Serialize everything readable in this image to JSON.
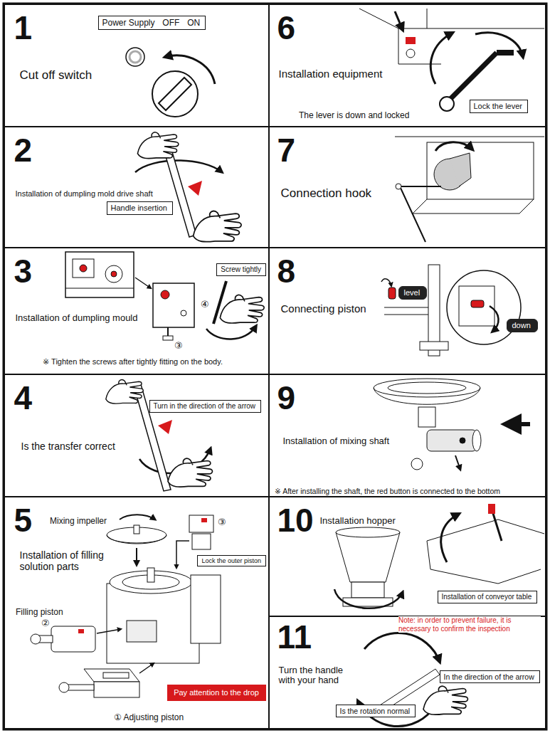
{
  "diagram": {
    "nodes": [
      {
        "text": [
          "1",
          "Cut off switch"
        ]
      },
      {
        "text": [
          "Power Supply",
          "OFF",
          "ON"
        ],
        "in": 0
      },
      {
        "text": [
          "2",
          "Installation of dumpling mold drive shaft"
        ]
      },
      {
        "text": [
          "Handle insertion"
        ],
        "in": 2
      },
      {
        "text": [
          "3",
          "Installation of dumpling mould"
        ]
      },
      {
        "text": [
          "Screw tightly"
        ],
        "in": 4
      },
      {
        "text": [
          "4",
          "Is the transfer correct"
        ]
      },
      {
        "text": [
          "Turn in the direction of the arrow"
        ],
        "in": 6
      },
      {
        "text": [
          "5",
          "Installation of filling solution parts"
        ]
      },
      {
        "text": [
          "Lock the outer piston"
        ],
        "in": 8
      },
      {
        "text": [
          "Pay attention to the drop"
        ],
        "in": 8
      },
      {
        "text": [
          "6",
          "Installation equipment"
        ]
      },
      {
        "text": [
          "Lock the lever"
        ],
        "in": 11
      },
      {
        "text": [
          "7",
          "Connection hook"
        ]
      },
      {
        "text": [
          "8",
          "Connecting piston"
        ]
      },
      {
        "text": [
          "level"
        ],
        "in": 14
      },
      {
        "text": [
          "down"
        ],
        "in": 14
      },
      {
        "text": [
          "9",
          "Installation of mixing shaft"
        ]
      },
      {
        "text": [
          "10",
          "Installation hopper"
        ]
      },
      {
        "text": [
          "Installation of conveyor table"
        ],
        "in": 18
      },
      {
        "text": [
          "11",
          "Turn the handle with your hand"
        ]
      },
      {
        "text": [
          "In the direction of the arrow"
        ],
        "in": 20
      },
      {
        "text": [
          "Is the rotation normal"
        ],
        "in": 20
      }
    ],
    "labels": [
      "④",
      "③",
      "※ Tighten the screws after tightly fitting on the body.",
      "Mixing impeller",
      "Filling piston",
      "②",
      "③",
      "① Adjusting piston",
      "The lever is down and locked",
      "※ After installing the shaft, the red button is connected to the bottom",
      "Note: in order to prevent failure, it is necessary to confirm the inspection"
    ]
  }
}
